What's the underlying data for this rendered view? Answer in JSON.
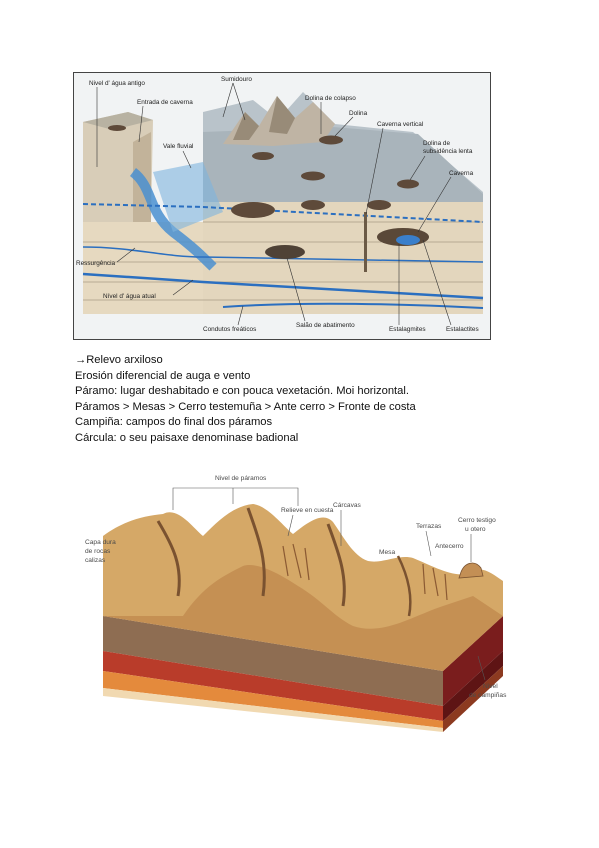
{
  "figure1": {
    "labels": {
      "nivel_antigo": "Nivel d' água antigo",
      "sumidouro": "Sumidouro",
      "entrada_caverna": "Entrada de caverna",
      "dolina_colapso": "Dolina de colapso",
      "dolina": "Dolina",
      "caverna_vertical": "Caverna vertical",
      "vale_fluvial": "Vale fluvial",
      "dolina_subsidencia_1": "Dolina de",
      "dolina_subsidencia_2": "subsidência lenta",
      "caverna": "Caverna",
      "ressurgencia": "Ressurgência",
      "nivel_atual": "Nível d' água atual",
      "condutos_freaticos": "Condutos freáticos",
      "salao_abatimento": "Salão de abatimento",
      "estalagmites": "Estalagmites",
      "estalactites": "Estalactites"
    }
  },
  "text": {
    "line1": "→Relevo arxiloso",
    "line2": "Erosión diferencial de auga e vento",
    "line3": "Páramo: lugar deshabitado e con pouca vexetación. Moi horizontal.",
    "line4": "Páramos > Mesas > Cerro testemuña > Ante cerro > Fronte de costa",
    "line5": "Campiña: campos do final dos páramos",
    "line6": "Cárcula: o seu paisaxe denominase badional"
  },
  "figure2": {
    "labels": {
      "nivel_paramos": "Nivel de páramos",
      "relieve_cuesta": "Relieve en cuesta",
      "carcavas": "Cárcavas",
      "capa_1": "Capa dura",
      "capa_2": "de rocas",
      "capa_3": "calizas",
      "terrazas": "Terrazas",
      "cerro_1": "Cerro testigo",
      "cerro_2": "u otero",
      "mesa": "Mesa",
      "antecerro": "Antecerro",
      "nivel_campinas_1": "Nivel",
      "nivel_campinas_2": "de campiñas"
    }
  }
}
